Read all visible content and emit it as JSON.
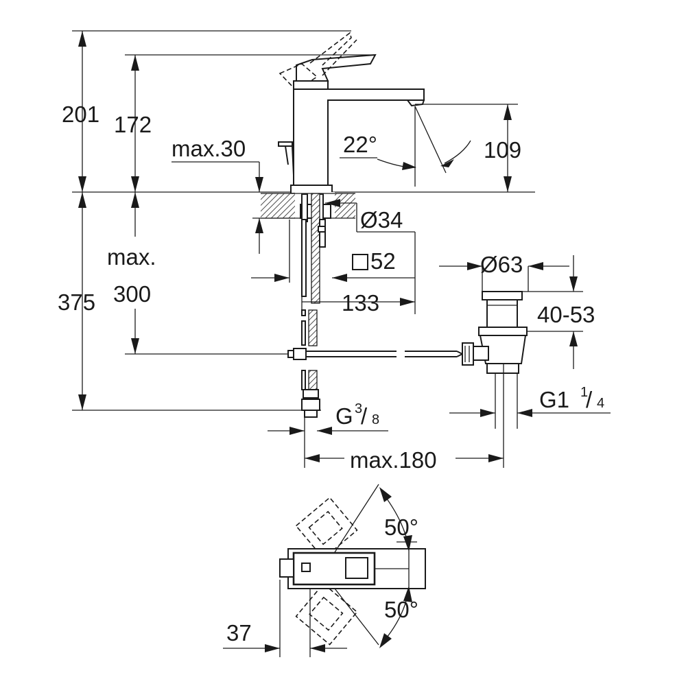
{
  "dimensions": {
    "total_height": "201",
    "spout_height": "172",
    "max_30": "max.30",
    "angle_spout": "22°",
    "outlet_height": "109",
    "hole_diameter": "Ø34",
    "square_52": "52",
    "max_label": "max.",
    "max_300": "300",
    "below_counter": "375",
    "dist_133": "133",
    "waste_diameter": "Ø63",
    "waste_range": "40-53",
    "waste_thread_main": "G1",
    "waste_thread_sup": "1",
    "waste_thread_sub": "4",
    "supply_thread_main": "G",
    "supply_thread_sup": "3",
    "supply_thread_sub": "8",
    "max_180": "max.180",
    "rotation_top": "50°",
    "rotation_bottom": "50°",
    "offset_37": "37"
  }
}
